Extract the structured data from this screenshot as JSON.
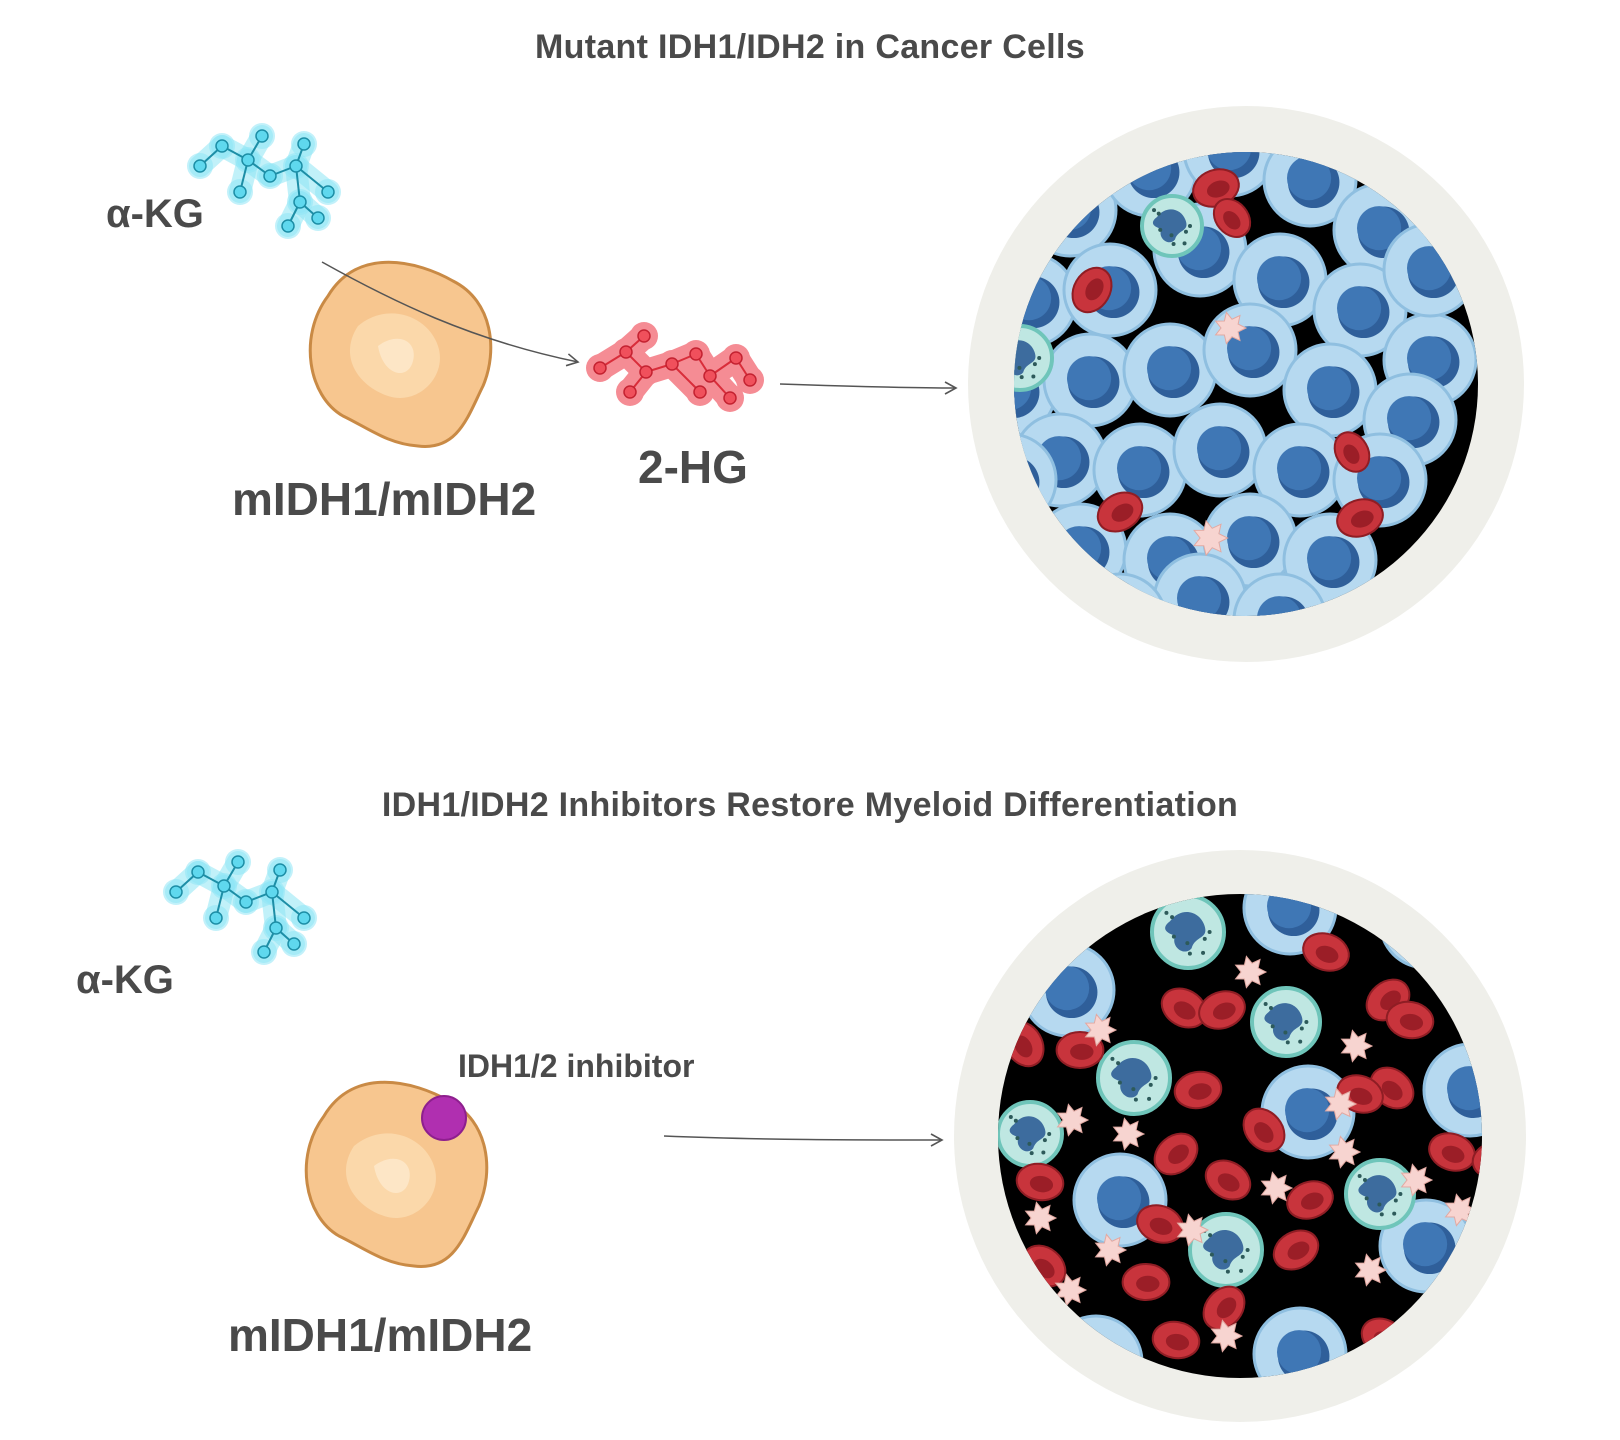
{
  "panels": [
    {
      "title": "Mutant IDH1/IDH2 in Cancer Cells",
      "substrate_label": "α-KG",
      "enzyme_label": "mIDH1/mIDH2",
      "product_label": "2-HG"
    },
    {
      "title": "IDH1/IDH2 Inhibitors Restore Myeloid Differentiation",
      "substrate_label": "α-KG",
      "enzyme_label": "mIDH1/mIDH2",
      "inhibitor_label": "IDH1/2 inhibitor"
    }
  ],
  "colors": {
    "text": "#4a4a4a",
    "molecule_cyan": "#34c6e0",
    "product_red": "#f06670",
    "enzyme_orange": "#f7c68f",
    "inhibitor_purple": "#b02fb0",
    "blast_light": "#b6d9f0",
    "blast_nucleus": "#3f77b5",
    "rbc_red": "#c8343c",
    "platelet_pink": "#f7d4d0",
    "neutrophil_teal": "#bfe7e2",
    "dish_rim": "#efefea",
    "dish_background": "#000000"
  }
}
